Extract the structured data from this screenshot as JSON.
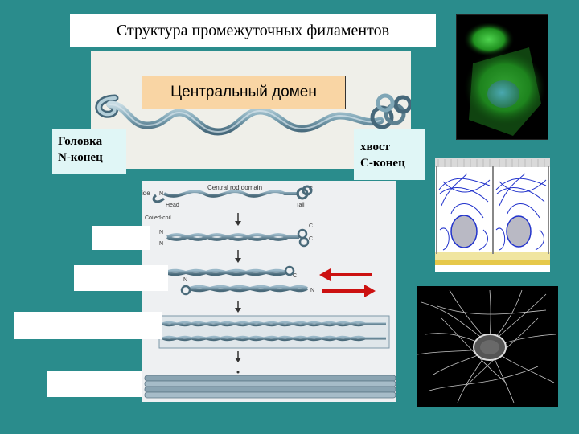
{
  "title": "Структура промежуточных филаментов",
  "labels": {
    "central_domain": "Центральный домен",
    "head_line1": "Головка",
    "head_line2": "N-конец",
    "tail_line1": "хвост",
    "tail_line2": "С-конец"
  },
  "assembly_figure": {
    "central_rod_domain": "Central rod domain",
    "head": "Head",
    "tail": "Tail",
    "coiled_coil": "Coiled-coil",
    "n_terminal": "N",
    "c_terminal": "C",
    "cut_off_prefix": "ide"
  },
  "colors": {
    "background": "#2a8c8c",
    "central_label_bg": "#f9d5a4",
    "side_label_bg": "#e0f6f6",
    "arrow_red": "#cc1111",
    "filament": "#7fa6b6",
    "micro_green": "#3fc63f"
  }
}
